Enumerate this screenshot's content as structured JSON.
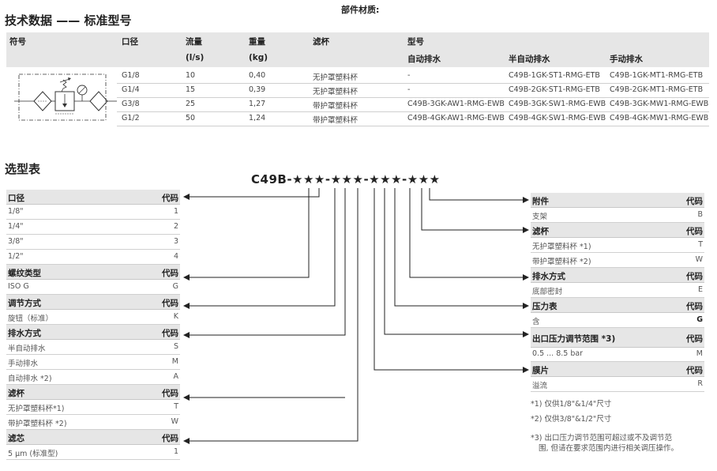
{
  "header": {
    "title": "技术数据 —— 标准型号",
    "material": "部件材质:"
  },
  "tech_table": {
    "col_symbol": "符号",
    "col_port": "口径",
    "col_flow": "流量",
    "col_flow_unit": "(l/s)",
    "col_weight": "重量",
    "col_weight_unit": "(kg)",
    "col_bowl": "滤杯",
    "col_model": "型号",
    "col_auto": "自动排水",
    "col_semi": "半自动排水",
    "col_manual": "手动排水",
    "rows": [
      {
        "port": "G1/8",
        "flow": "10",
        "weight": "0,40",
        "bowl": "无护罩塑料杯",
        "auto": "-",
        "semi": "C49B-1GK-ST1-RMG-ETB",
        "manual": "C49B-1GK-MT1-RMG-ETB"
      },
      {
        "port": "G1/4",
        "flow": "15",
        "weight": "0,39",
        "bowl": "无护罩塑料杯",
        "auto": "-",
        "semi": "C49B-2GK-ST1-RMG-ETB",
        "manual": "C49B-2GK-MT1-RMG-ETB"
      },
      {
        "port": "G3/8",
        "flow": "25",
        "weight": "1,27",
        "bowl": "带护罩塑料杯",
        "auto": "C49B-3GK-AW1-RMG-EWB",
        "semi": "C49B-3GK-SW1-RMG-EWB",
        "manual": "C49B-3GK-MW1-RMG-EWB"
      },
      {
        "port": "G1/2",
        "flow": "50",
        "weight": "1,24",
        "bowl": "带护罩塑料杯",
        "auto": "C49B-4GK-AW1-RMG-EWB",
        "semi": "C49B-4GK-SW1-RMG-EWB",
        "manual": "C49B-4GK-MW1-RMG-EWB"
      }
    ]
  },
  "selection": {
    "title": "选型表",
    "model_code": "C49B-★★★-★★★-★★★-★★★",
    "left": [
      {
        "label": "口径",
        "code": "代码",
        "header": true
      },
      {
        "label": "1/8\"",
        "code": "1"
      },
      {
        "label": "1/4\"",
        "code": "2"
      },
      {
        "label": "3/8\"",
        "code": "3"
      },
      {
        "label": "1/2\"",
        "code": "4"
      },
      {
        "label": "螺纹类型",
        "code": "代码",
        "header": true
      },
      {
        "label": "ISO G",
        "code": "G"
      },
      {
        "label": "调节方式",
        "code": "代码",
        "header": true
      },
      {
        "label": "旋钮（标准）",
        "code": "K"
      },
      {
        "label": "排水方式",
        "code": "代码",
        "header": true
      },
      {
        "label": "半自动排水",
        "code": "S"
      },
      {
        "label": "手动排水",
        "code": "M"
      },
      {
        "label": "自动排水 *2)",
        "code": "A"
      },
      {
        "label": "滤杯",
        "code": "代码",
        "header": true
      },
      {
        "label": "无护罩塑料杯*1)",
        "code": "T"
      },
      {
        "label": "带护罩塑料杯 *2)",
        "code": "W"
      },
      {
        "label": "滤芯",
        "code": "代码",
        "header": true
      },
      {
        "label": "5 μm (标准型)",
        "code": "1"
      }
    ],
    "right": [
      {
        "label": "附件",
        "code": "代码",
        "header": true
      },
      {
        "label": "支架",
        "code": "B"
      },
      {
        "label": "滤杯",
        "code": "代码",
        "header": true
      },
      {
        "label": "无护罩塑料杯 *1)",
        "code": "T"
      },
      {
        "label": "带护罩塑料杯 *2)",
        "code": "W"
      },
      {
        "label": "排水方式",
        "code": "代码",
        "header": true
      },
      {
        "label": "底部密封",
        "code": "E"
      },
      {
        "label": "压力表",
        "code": "代码",
        "header": true
      },
      {
        "label": "含",
        "code": "G",
        "bold": true
      },
      {
        "label": "出口压力调节范围 *3)",
        "code": "代码",
        "header": true,
        "tall": true
      },
      {
        "label": "0.5 ... 8.5 bar",
        "code": "M"
      },
      {
        "label": "膜片",
        "code": "代码",
        "header": true
      },
      {
        "label": "溢流",
        "code": "R"
      }
    ],
    "notes": [
      "*1) 仅供1/8\"&1/4\"尺寸",
      "*2) 仅供3/8\"&1/2\"尺寸",
      "*3) 出口压力调节范围可超过或不及调节范",
      "围, 但请在要求范围内进行相关调压操作。"
    ]
  }
}
